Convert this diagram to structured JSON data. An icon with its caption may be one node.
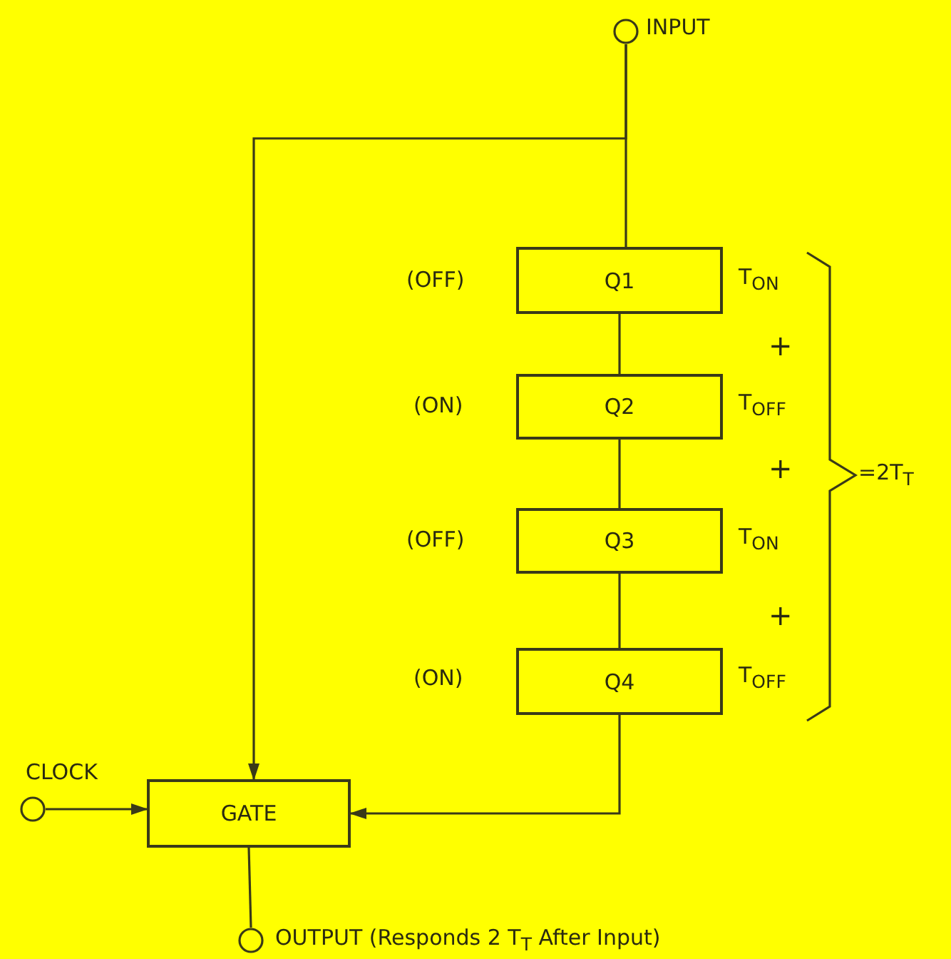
{
  "diagram": {
    "nodes": [
      {
        "text": [],
        "shape": "circle",
        "beside": [
          "INPUT"
        ]
      },
      {
        "text": [
          "Q1"
        ],
        "beside": [
          "(OFF)",
          "T$_{ON}$"
        ]
      },
      {
        "text": [
          "Q2"
        ],
        "beside": [
          "(ON)",
          "T$_{OFF}$"
        ]
      },
      {
        "text": [
          "Q3"
        ],
        "beside": [
          "(OFF)",
          "T$_{ON}$"
        ]
      },
      {
        "text": [
          "Q4"
        ],
        "beside": [
          "(ON)",
          "T$_{OFF}$"
        ]
      },
      {
        "text": [],
        "shape": "circle",
        "beside": [
          "CLOCK"
        ]
      },
      {
        "text": [
          "GATE"
        ]
      },
      {
        "text": [],
        "shape": "circle",
        "beside": [
          "OUTPUT (Responds 2 T$_{T}$ After Input)"
        ]
      }
    ],
    "edges": [
      {
        "from": 0,
        "to": 1,
        "arrow": "none"
      },
      {
        "from": 0,
        "to": 6,
        "arrow": "to"
      },
      {
        "from": 1,
        "to": 2,
        "arrow": "none"
      },
      {
        "from": 2,
        "to": 3,
        "arrow": "none"
      },
      {
        "from": 3,
        "to": 4,
        "arrow": "none"
      },
      {
        "from": 4,
        "to": 6,
        "arrow": "to"
      },
      {
        "from": 5,
        "to": 6,
        "arrow": "to"
      },
      {
        "from": 6,
        "to": 7,
        "arrow": "none"
      }
    ],
    "labels": [
      "+",
      "+",
      "+",
      "=2T$_{T}$"
    ]
  }
}
